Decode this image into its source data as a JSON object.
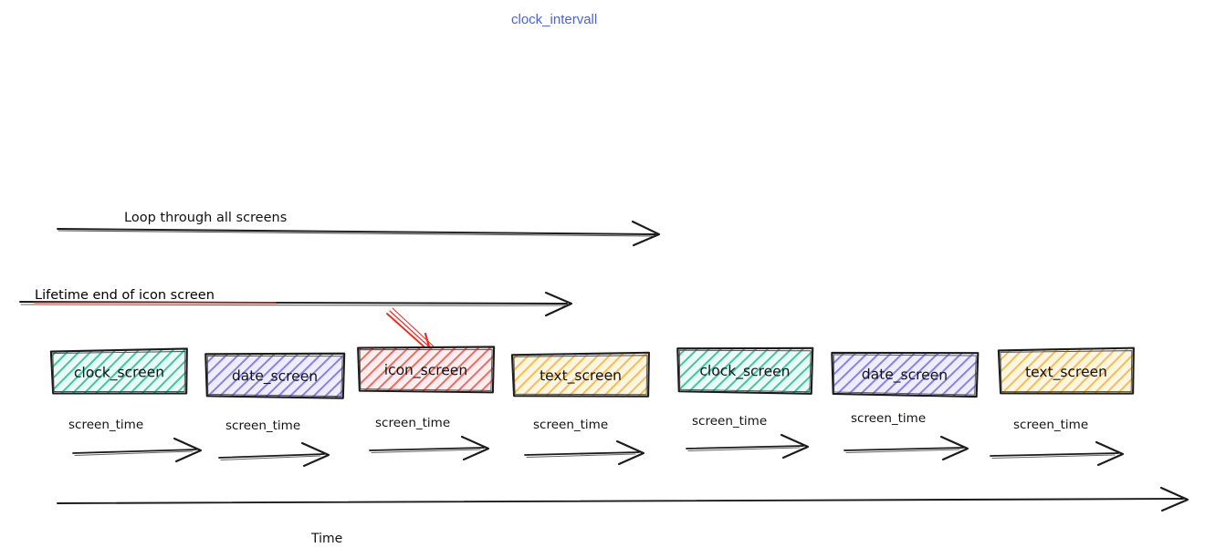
{
  "diagram": {
    "title": "clock_intervall",
    "title_color": "#4a63d8",
    "background": "#ffffff",
    "annotations": {
      "loop_arrow_label": "Loop through all screens",
      "lifetime_arrow_label": "Lifetime end of icon screen",
      "lifetime_color": "#ee2b22",
      "time_axis_label": "Time",
      "segment_label": "screen_time",
      "pointer_icon": "red-arrow-icon"
    },
    "screens": [
      {
        "label": "clock_screen",
        "color": "#3fc7a0",
        "fill": "#d9f2e8",
        "segment_label": "screen_time"
      },
      {
        "label": "date_screen",
        "color": "#8b7fe8",
        "fill": "#ddd9f8",
        "segment_label": "screen_time"
      },
      {
        "label": "icon_screen",
        "color": "#ef6a6a",
        "fill": "#fbdcdc",
        "segment_label": "screen_time"
      },
      {
        "label": "text_screen",
        "color": "#f0c050",
        "fill": "#fbeccb",
        "segment_label": "screen_time"
      },
      {
        "label": "clock_screen",
        "color": "#3fc7a0",
        "fill": "#d9f2e8",
        "segment_label": "screen_time"
      },
      {
        "label": "date_screen",
        "color": "#8b7fe8",
        "fill": "#ddd9f8",
        "segment_label": "screen_time"
      },
      {
        "label": "text_screen",
        "color": "#f0c050",
        "fill": "#fbeccb",
        "segment_label": "screen_time"
      }
    ]
  }
}
